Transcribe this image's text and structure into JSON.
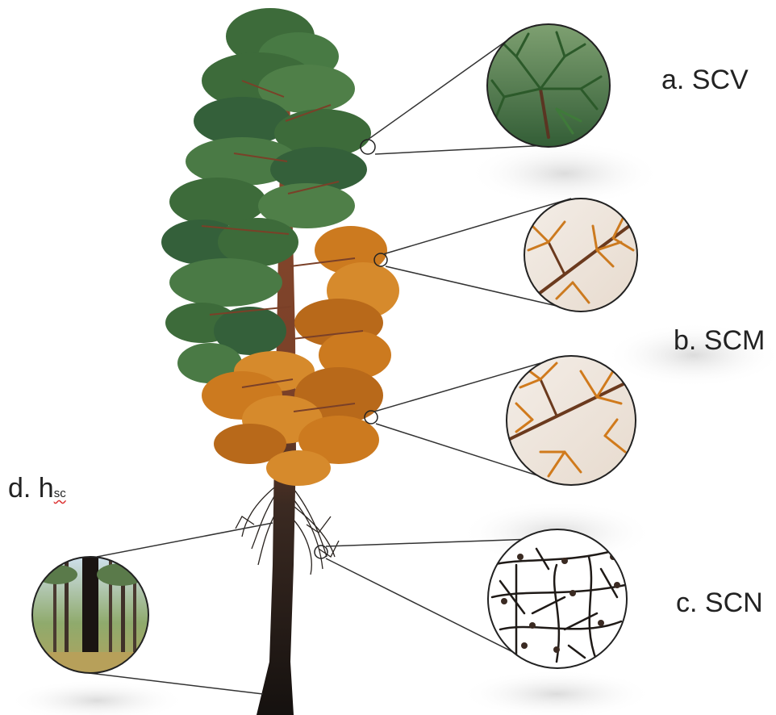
{
  "labels": {
    "a": "a. SCV",
    "b": "b. SCM",
    "c": "c. SCN",
    "d_prefix": "d. h",
    "d_sub": "sc"
  },
  "colors": {
    "trunk": "#8a4b2e",
    "trunk_charred": "#1a1412",
    "green_foliage": "#3d6b3a",
    "green_dark": "#274a2a",
    "scorched_foliage": "#cc7a1f",
    "scorched_dark": "#9a5214",
    "needleless_branch": "#2a2420",
    "leader_line": "#333333",
    "text": "#222222"
  },
  "icons": {
    "a": "green-needles-icon",
    "b_upper": "scorched-needles-icon",
    "b_lower": "scorched-needles-icon",
    "c": "bare-twigs-icon",
    "d": "forest-stand-icon"
  }
}
